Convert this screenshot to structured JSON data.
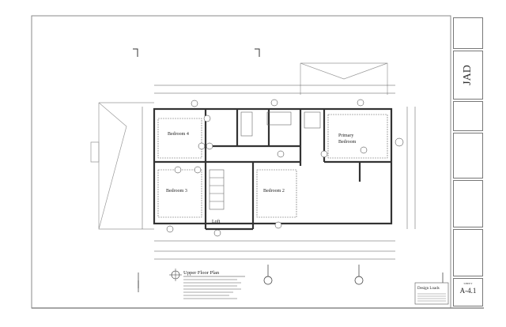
{
  "plan": {
    "title": "Upper Floor Plan",
    "rooms": {
      "bedroom4": "Bedroom 4",
      "bedroom3": "Bedroom 3",
      "bedroom2": "Bedroom 2",
      "primary_line1": "Primary",
      "primary_line2": "Bedroom",
      "loft": "Loft"
    }
  },
  "design_loads": {
    "title": "Design Loads"
  },
  "title_block": {
    "logo": "JAD",
    "sheet_label": "SHEET",
    "sheet_number": "A-4.1"
  }
}
